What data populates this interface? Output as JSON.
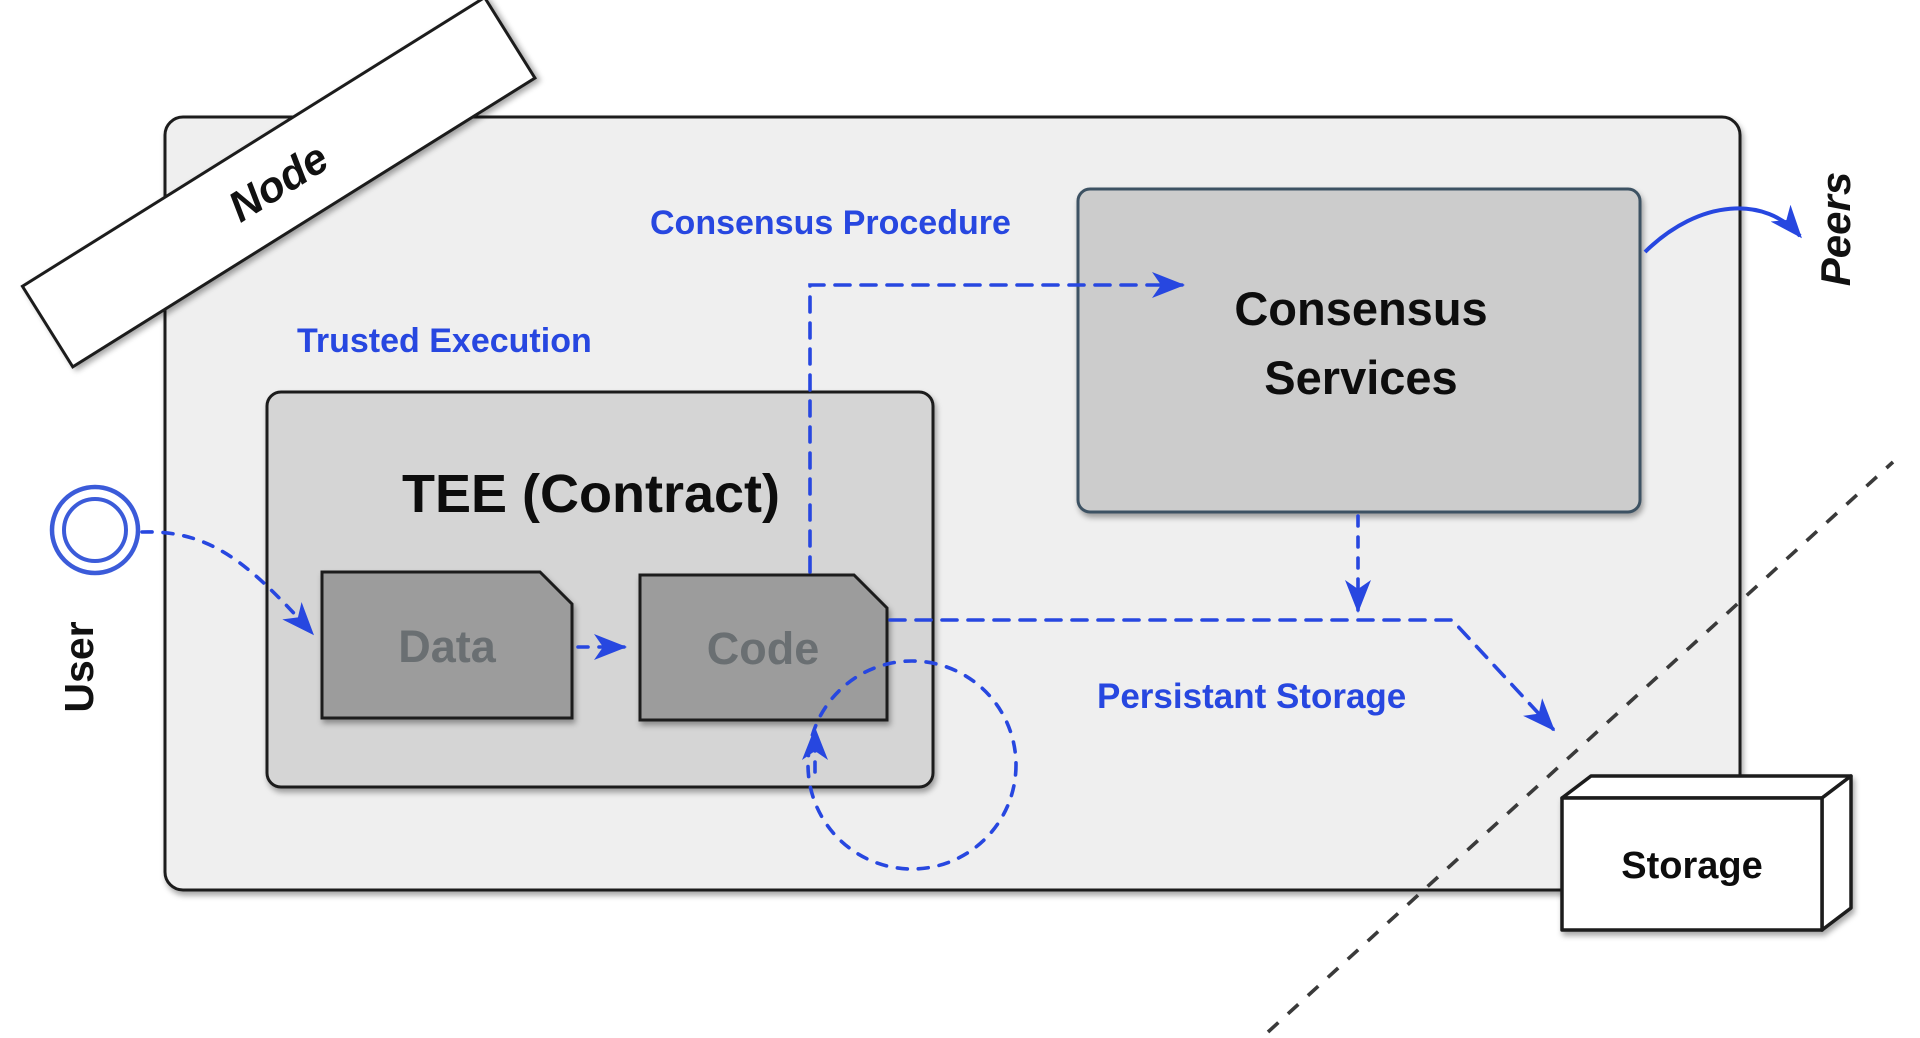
{
  "diagram": {
    "labels": {
      "node": "Node",
      "trusted_execution": "Trusted Execution",
      "tee_title": "TEE (Contract)",
      "data_chip": "Data",
      "code_chip": "Code",
      "consensus_procedure": "Consensus Procedure",
      "consensus_services_line1": "Consensus",
      "consensus_services_line2": "Services",
      "persistent_storage": "Persistant Storage",
      "peers": "Peers",
      "user": "User",
      "storage": "Storage"
    },
    "colors": {
      "accent_blue": "#2747e0",
      "node_fill": "#efefef",
      "tee_fill": "#d5d5d5",
      "chip_fill": "#9c9c9c",
      "chip_text": "#6a6f72",
      "consensus_fill": "#cccccc",
      "consensus_border": "#3d5263",
      "line_dark": "#3a3a3a",
      "box_border": "#1c1c1c"
    }
  }
}
